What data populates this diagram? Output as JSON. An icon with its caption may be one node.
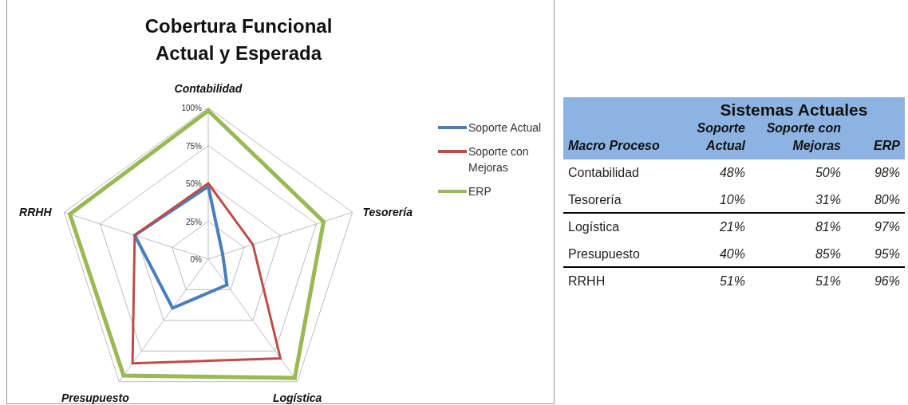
{
  "diagram": {
    "title": "Cobertura Funcional Actual y Esperada",
    "labels": [
      "Contabilidad",
      "RRHH",
      "Tesorería",
      "Presupuesto",
      "Logística",
      "0%",
      "25%",
      "50%",
      "75%",
      "100%",
      "Sistemas Actuales",
      "Macro Proceso",
      "Soporte Actual",
      "Soporte con Mejoras",
      "ERP",
      "Contabilidad",
      "48%",
      "50%",
      "98%",
      "Tesorería",
      "10%",
      "31%",
      "80%",
      "Logística",
      "21%",
      "81%",
      "97%",
      "Presupuesto",
      "40%",
      "85%",
      "95%",
      "RRHH",
      "51%",
      "51%",
      "96%"
    ],
    "legend": [
      {
        "text": "Soporte Actual"
      },
      {
        "text": "Soporte con Mejoras"
      },
      {
        "text": "ERP"
      }
    ]
  }
}
